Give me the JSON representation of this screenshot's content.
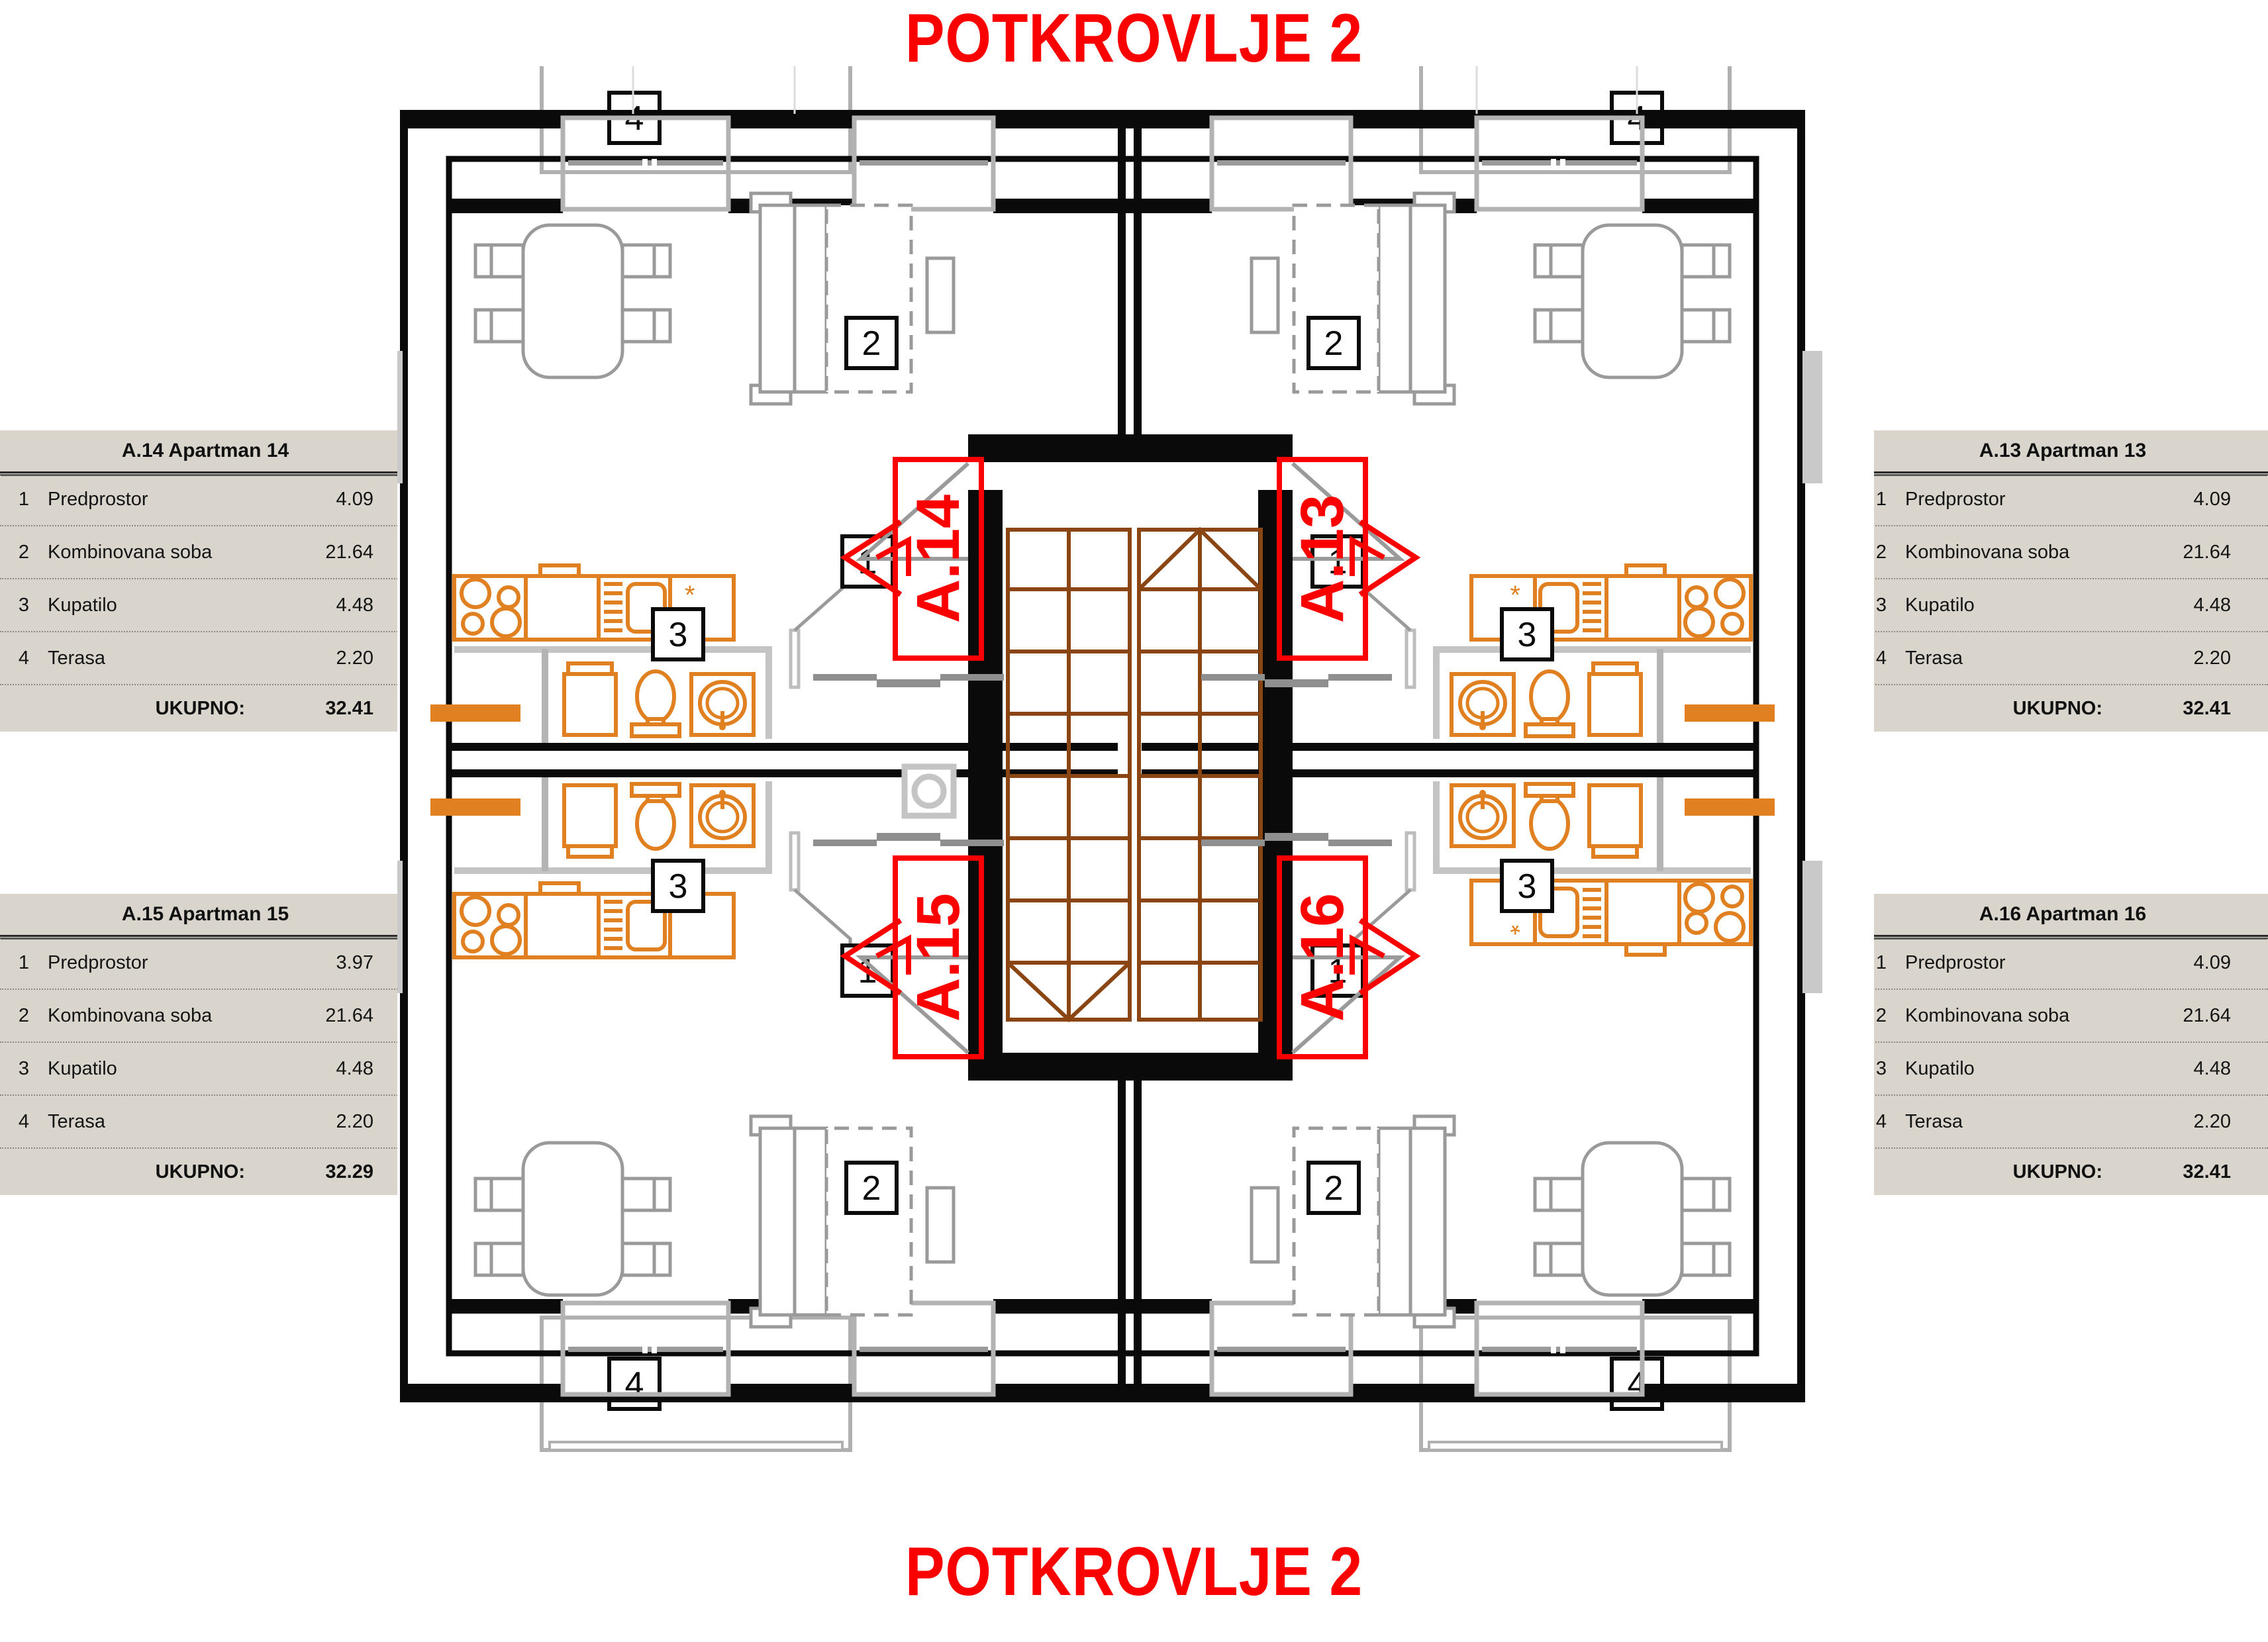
{
  "title_top": "POTKROVLJE 2",
  "title_bottom": "POTKROVLJE 2",
  "colors": {
    "title_red": "#fa0000",
    "label_red": "#fa0000",
    "fixture_orange": "#e08020",
    "stair_brown": "#8b4513",
    "wall_black": "#000000",
    "furniture_gray": "#9a9a9a",
    "legend_bg": "#d9d5cd"
  },
  "legend_columns": [
    "num",
    "name",
    "area"
  ],
  "legend_total_label": "UKUPNO:",
  "apartments": {
    "a14": {
      "code": "A.14",
      "header": "A.14 Apartman 14",
      "plan_label": "A.14",
      "rooms": [
        {
          "num": "1",
          "name": "Predprostor",
          "area": "4.09"
        },
        {
          "num": "2",
          "name": "Kombinovana soba",
          "area": "21.64"
        },
        {
          "num": "3",
          "name": "Kupatilo",
          "area": "4.48"
        },
        {
          "num": "4",
          "name": "Terasa",
          "area": "2.20"
        }
      ],
      "total": "32.41"
    },
    "a15": {
      "code": "A.15",
      "header": "A.15 Apartman 15",
      "plan_label": "A.15",
      "rooms": [
        {
          "num": "1",
          "name": "Predprostor",
          "area": "3.97"
        },
        {
          "num": "2",
          "name": "Kombinovana soba",
          "area": "21.64"
        },
        {
          "num": "3",
          "name": "Kupatilo",
          "area": "4.48"
        },
        {
          "num": "4",
          "name": "Terasa",
          "area": "2.20"
        }
      ],
      "total": "32.29"
    },
    "a13": {
      "code": "A.13",
      "header": "A.13 Apartman 13",
      "plan_label": "A.13",
      "rooms": [
        {
          "num": "1",
          "name": "Predprostor",
          "area": "4.09"
        },
        {
          "num": "2",
          "name": "Kombinovana soba",
          "area": "21.64"
        },
        {
          "num": "3",
          "name": "Kupatilo",
          "area": "4.48"
        },
        {
          "num": "4",
          "name": "Terasa",
          "area": "2.20"
        }
      ],
      "total": "32.41"
    },
    "a16": {
      "code": "A.16",
      "header": "A.16 Apartman 16",
      "plan_label": "A.16",
      "rooms": [
        {
          "num": "1",
          "name": "Predprostor",
          "area": "4.09"
        },
        {
          "num": "2",
          "name": "Kombinovana soba",
          "area": "21.64"
        },
        {
          "num": "3",
          "name": "Kupatilo",
          "area": "4.48"
        },
        {
          "num": "4",
          "name": "Terasa",
          "area": "2.20"
        }
      ],
      "total": "32.41"
    }
  },
  "plan_room_tags": {
    "tag1": "1",
    "tag2": "2",
    "tag3": "3",
    "tag4": "4"
  },
  "plan_marks": {
    "appliance_asterisk": "*"
  }
}
